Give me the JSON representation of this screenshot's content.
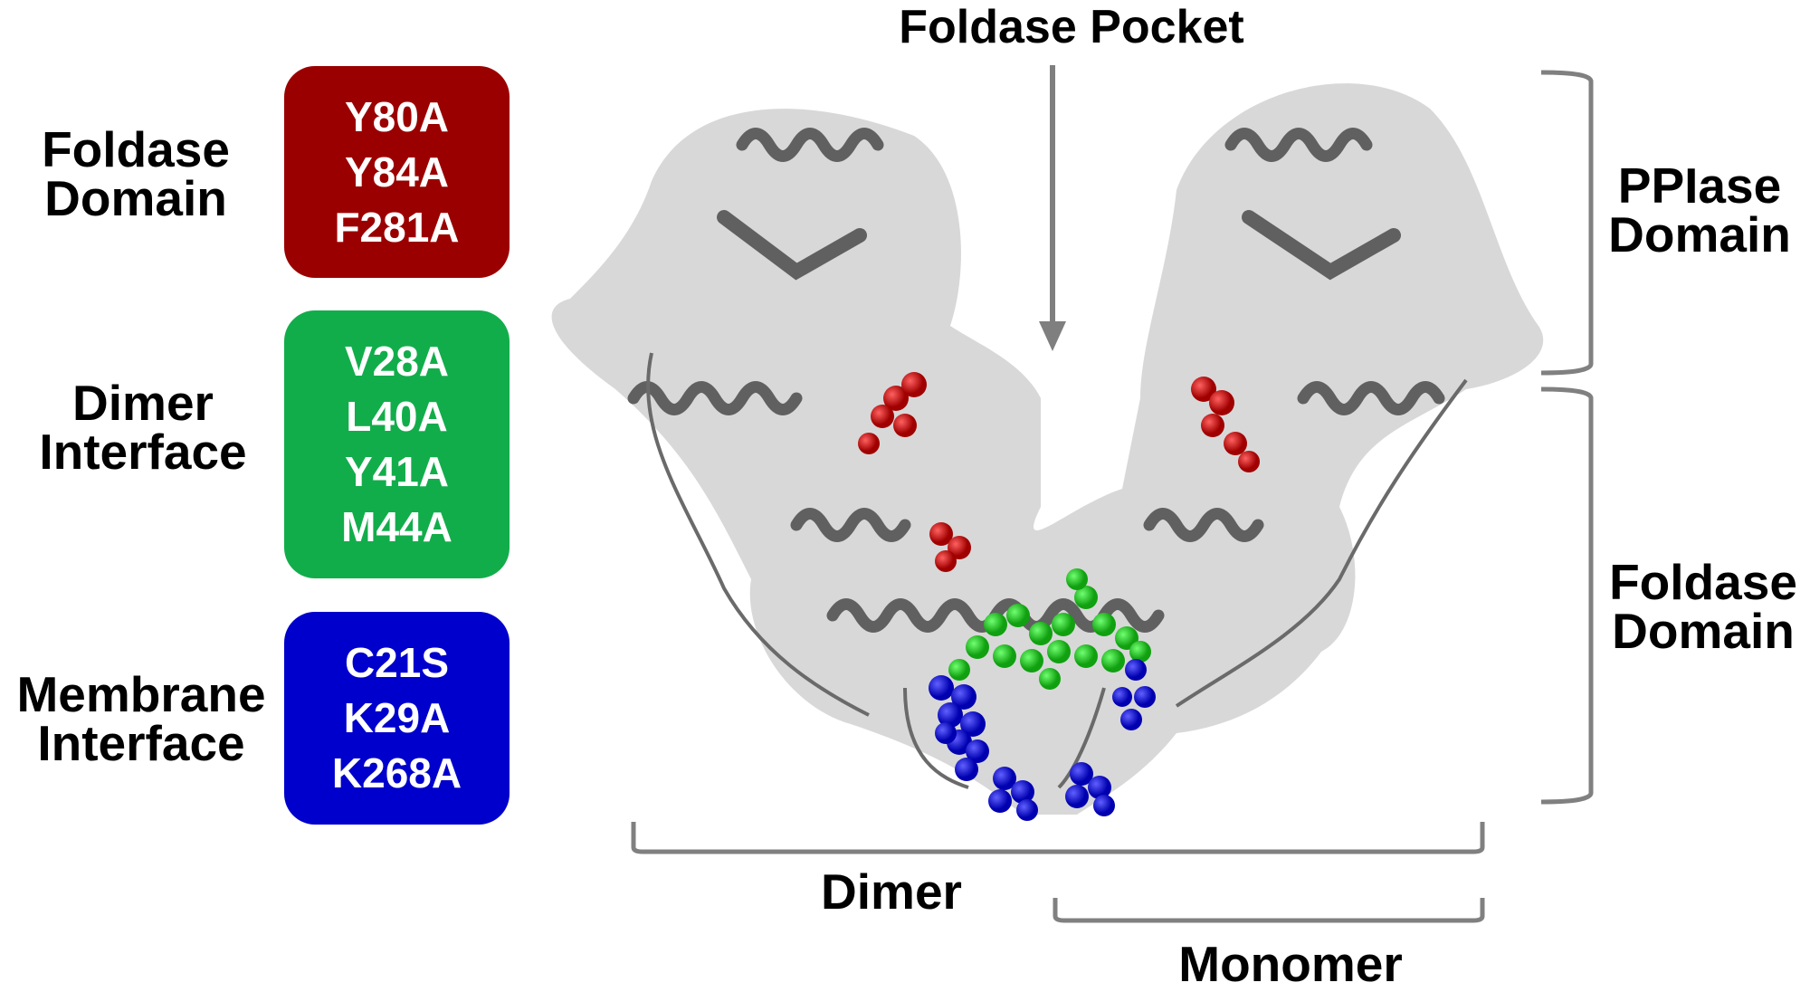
{
  "title": "Foldase Pocket",
  "groups": [
    {
      "label_lines": [
        "Foldase",
        "Domain"
      ],
      "mutations": [
        "Y80A",
        "Y84A",
        "F281A"
      ],
      "color": "#9b0000"
    },
    {
      "label_lines": [
        "Dimer",
        "Interface"
      ],
      "mutations": [
        "V28A",
        "L40A",
        "Y41A",
        "M44A"
      ],
      "color": "#12ad4b"
    },
    {
      "label_lines": [
        "Membrane",
        "Interface"
      ],
      "mutations": [
        "C21S",
        "K29A",
        "K268A"
      ],
      "color": "#0000cc"
    }
  ],
  "right_labels": {
    "ppiase": [
      "PPIase",
      "Domain"
    ],
    "foldase": [
      "Foldase",
      "Domain"
    ]
  },
  "bottom_labels": {
    "dimer": "Dimer",
    "monomer": "Monomer"
  },
  "colors": {
    "surface": "#d2d2d2",
    "ribbon": "#5f5f5f",
    "bracket": "#808080"
  }
}
